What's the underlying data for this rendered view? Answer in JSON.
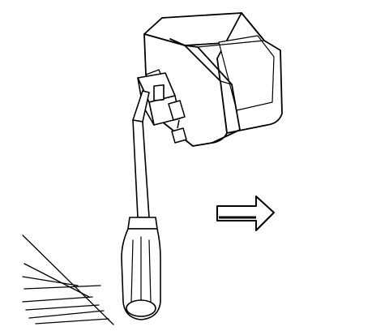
{
  "illustration": {
    "background_color": "#ffffff",
    "line_color": "#000000",
    "objects": [
      {
        "name": "electrical-module-housing"
      },
      {
        "name": "wiring-harness-connector"
      },
      {
        "name": "connector-locking-tab"
      },
      {
        "name": "flat-blade-screwdriver"
      },
      {
        "name": "direction-arrow"
      },
      {
        "name": "mounting-surface"
      }
    ]
  }
}
